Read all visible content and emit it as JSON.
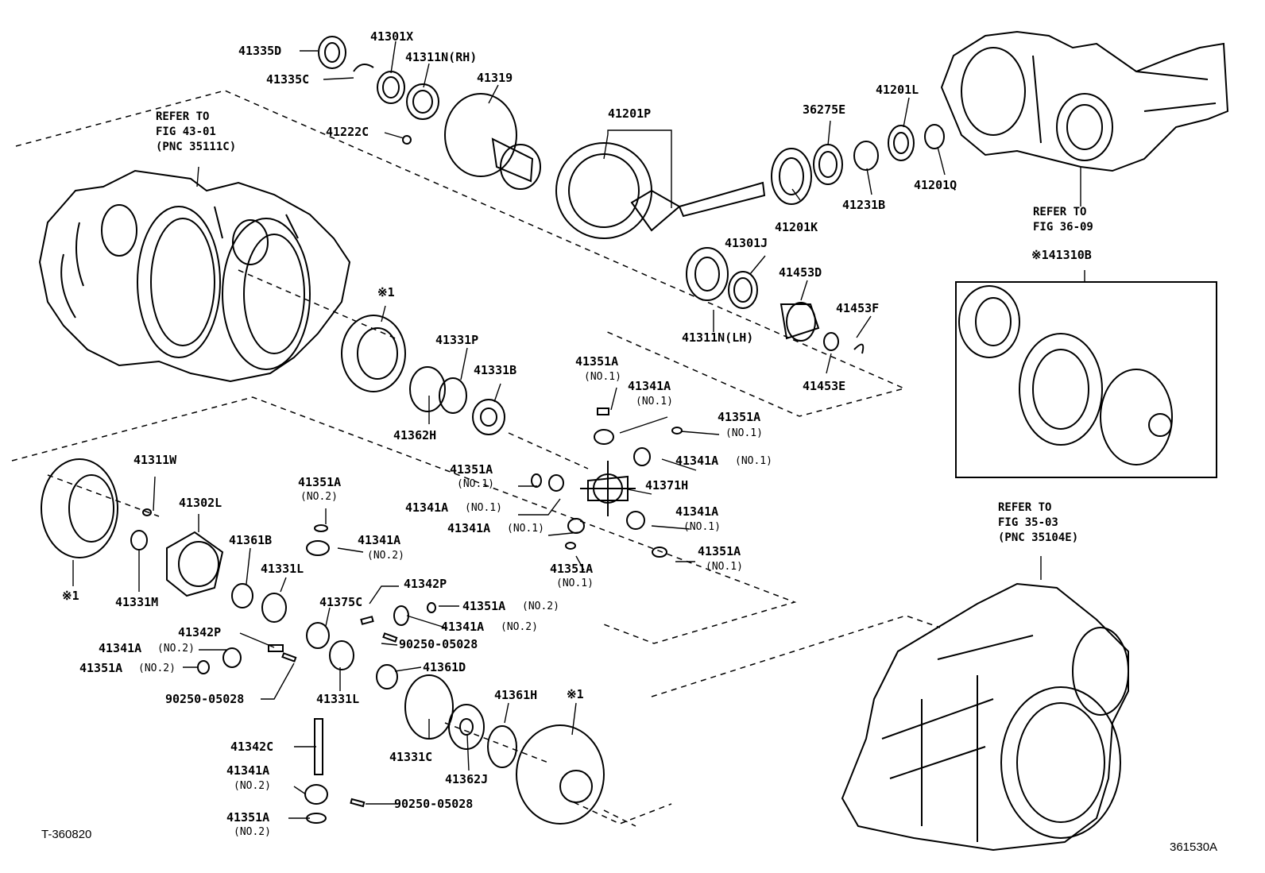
{
  "labels": {
    "l41335D": "41335D",
    "l41301X": "41301X",
    "l41311N_RH": "41311N(RH)",
    "l41335C": "41335C",
    "l41319": "41319",
    "l41222C": "41222C",
    "l41201P": "41201P",
    "l36275E": "36275E",
    "l41201L": "41201L",
    "l41231B": "41231B",
    "l41201Q": "41201Q",
    "l41201K": "41201K",
    "l41301J": "41301J",
    "l41453D": "41453D",
    "l41453F": "41453F",
    "l41311N_LH": "41311N(LH)",
    "l41453E": "41453E",
    "l141310B": "※141310B",
    "l41331P": "41331P",
    "l41331B": "41331B",
    "l41362H": "41362H",
    "l41351A_a": "41351A",
    "l41341A_a": "41341A",
    "l41351A_b": "41351A",
    "l41341A_b": "41341A",
    "l41351A_c": "41351A",
    "l41371H": "41371H",
    "l41341A_c": "41341A",
    "l41341A_d": "41341A",
    "l41341A_e": "41341A",
    "l41351A_d": "41351A",
    "l41351A_e": "41351A",
    "l41311W": "41311W",
    "l41302L": "41302L",
    "l41351A_f": "41351A",
    "l41341A_f": "41341A",
    "l41361B": "41361B",
    "l41331L_a": "41331L",
    "l41331M": "41331M",
    "l41342P_a": "41342P",
    "l41375C": "41375C",
    "l41351A_g": "41351A",
    "l41341A_g": "41341A",
    "l41342P_b": "41342P",
    "l41341A_h": "41341A",
    "l41351A_h": "41351A",
    "l90250_a": "90250-05028",
    "l90250_b": "90250-05028",
    "l41361D": "41361D",
    "l41331L_b": "41331L",
    "l41361H": "41361H",
    "l41331C": "41331C",
    "l41362J": "41362J",
    "l41342C": "41342C",
    "l41341A_i": "41341A",
    "l90250_c": "90250-05028",
    "l41351A_i": "41351A"
  },
  "subs": {
    "no1_a": "(NO.1)",
    "no1_b": "(NO.1)",
    "no1_c": "(NO.1)",
    "no1_d": "(NO.1)",
    "no1_e": "(NO.1)",
    "no1_f": "(NO.1)",
    "no1_g": "(NO.1)",
    "no1_h": "(NO.1)",
    "no1_i": "(NO.1)",
    "no2_a": "(NO.2)",
    "no2_b": "(NO.2)",
    "no2_c": "(NO.2)",
    "no2_d": "(NO.2)",
    "no2_e": "(NO.2)",
    "no2_f": "(NO.2)",
    "no2_g": "(NO.2)"
  },
  "marks": {
    "m1_a": "※1",
    "m1_b": "※1",
    "m1_c": "※1"
  },
  "notes": {
    "ref1": "REFER TO\nFIG 43-01\n(PNC 35111C)",
    "ref2": "REFER TO\nFIG 36-09",
    "ref3": "REFER TO\nFIG 35-03\n(PNC 35104E)"
  },
  "codes": {
    "diagram_code": "T-360820",
    "ref_code": "361530A"
  }
}
